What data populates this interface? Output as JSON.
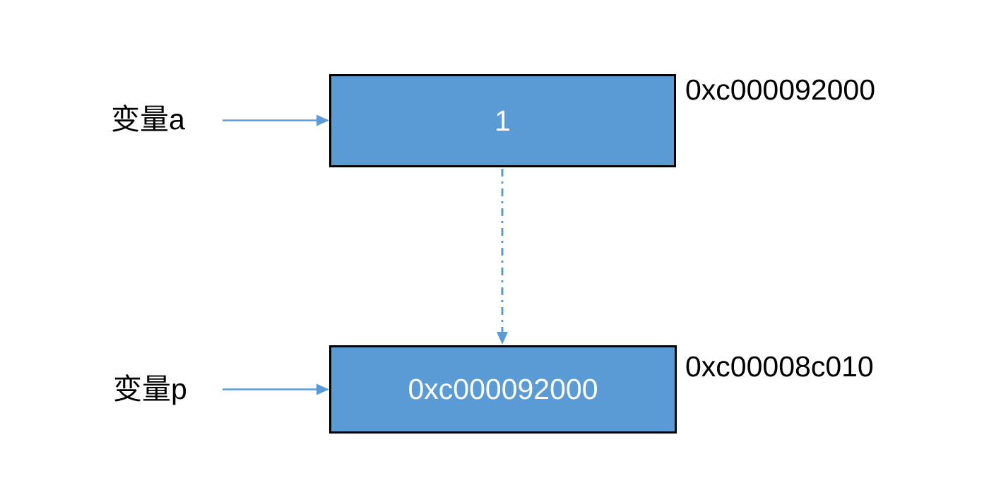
{
  "diagram": {
    "title": "pointer-memory-diagram",
    "labels": {
      "variable_a": "变量a",
      "variable_p": "变量p"
    },
    "boxes": {
      "a": {
        "value": "1",
        "address": "0xc000092000"
      },
      "p": {
        "value": "0xc000092000",
        "address": "0xc00008c010"
      }
    },
    "arrows": [
      {
        "name": "variable-a-to-box",
        "style": "solid"
      },
      {
        "name": "variable-p-to-box",
        "style": "solid"
      },
      {
        "name": "pointer-dereference",
        "style": "dash-dot"
      }
    ]
  },
  "colors": {
    "box_fill": "#5b9bd5",
    "box_border": "#000000",
    "box_text": "#ffffff",
    "label_text": "#000000",
    "arrow": "#5b9bd5",
    "background": "#ffffff"
  }
}
